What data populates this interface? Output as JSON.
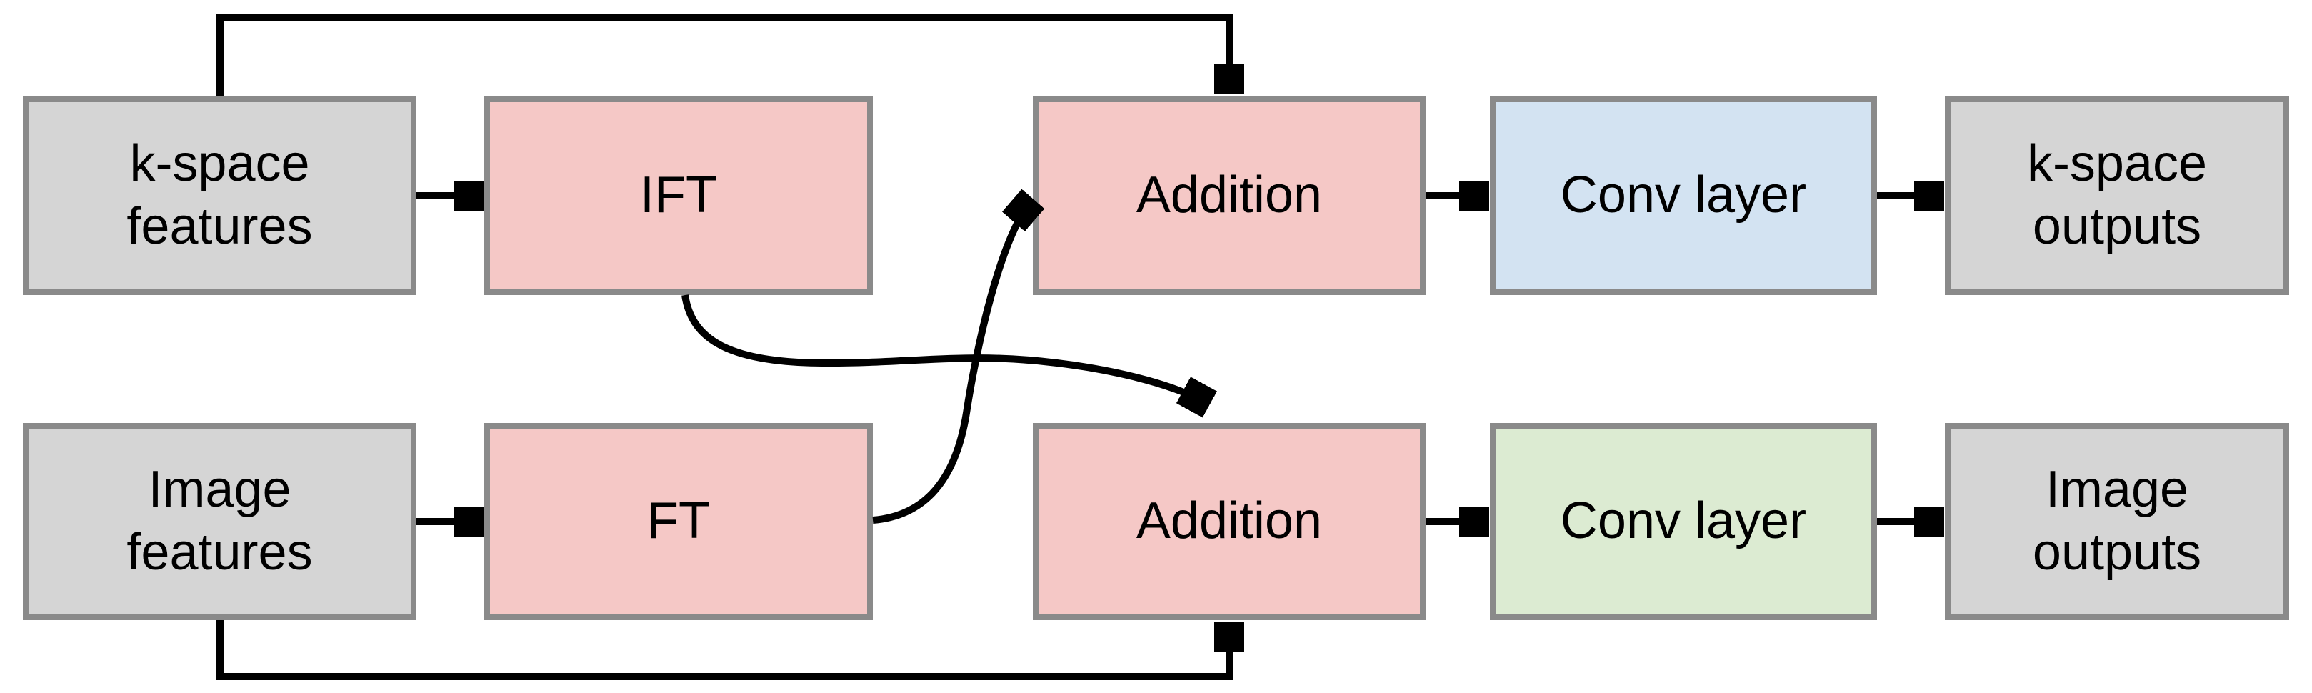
{
  "page": {
    "background": "#ffffff",
    "description": "Dual-domain (k-space / image) processing block diagram"
  },
  "diagram": {
    "rows": [
      {
        "name": "k-space path",
        "boxes": [
          {
            "label": "k-space\nfeatures",
            "fill": "#d5d5d5"
          },
          {
            "label": "IFT",
            "fill": "#f5c8c6"
          },
          {
            "label": "Addition",
            "fill": "#f5c8c6"
          },
          {
            "label": "Conv layer",
            "fill": "#d3e3f2"
          },
          {
            "label": "k-space\noutputs",
            "fill": "#d5d5d5"
          }
        ]
      },
      {
        "name": "image path",
        "boxes": [
          {
            "label": "Image\nfeatures",
            "fill": "#d5d5d5"
          },
          {
            "label": "FT",
            "fill": "#f5c8c6"
          },
          {
            "label": "Addition",
            "fill": "#f5c8c6"
          },
          {
            "label": "Conv layer",
            "fill": "#dcebd2"
          },
          {
            "label": "Image\noutputs",
            "fill": "#d5d5d5"
          }
        ]
      }
    ],
    "connections": [
      "k-space features -> IFT",
      "k-space features -> k-space Addition (skip over top)",
      "IFT -> image Addition (cross)",
      "FT -> k-space Addition (cross)",
      "k-space Addition -> k-space Conv layer",
      "k-space Conv layer -> k-space outputs",
      "Image features -> FT",
      "Image features -> image Addition (skip under bottom)",
      "image Addition -> image Conv layer",
      "image Conv layer -> Image outputs"
    ],
    "colors": {
      "box_border": "#8a8a8a",
      "gray_fill": "#d5d5d5",
      "pink_fill": "#f5c8c6",
      "blue_fill": "#d3e3f2",
      "green_fill": "#dcebd2",
      "arrow": "#000000",
      "text": "#000000"
    }
  }
}
